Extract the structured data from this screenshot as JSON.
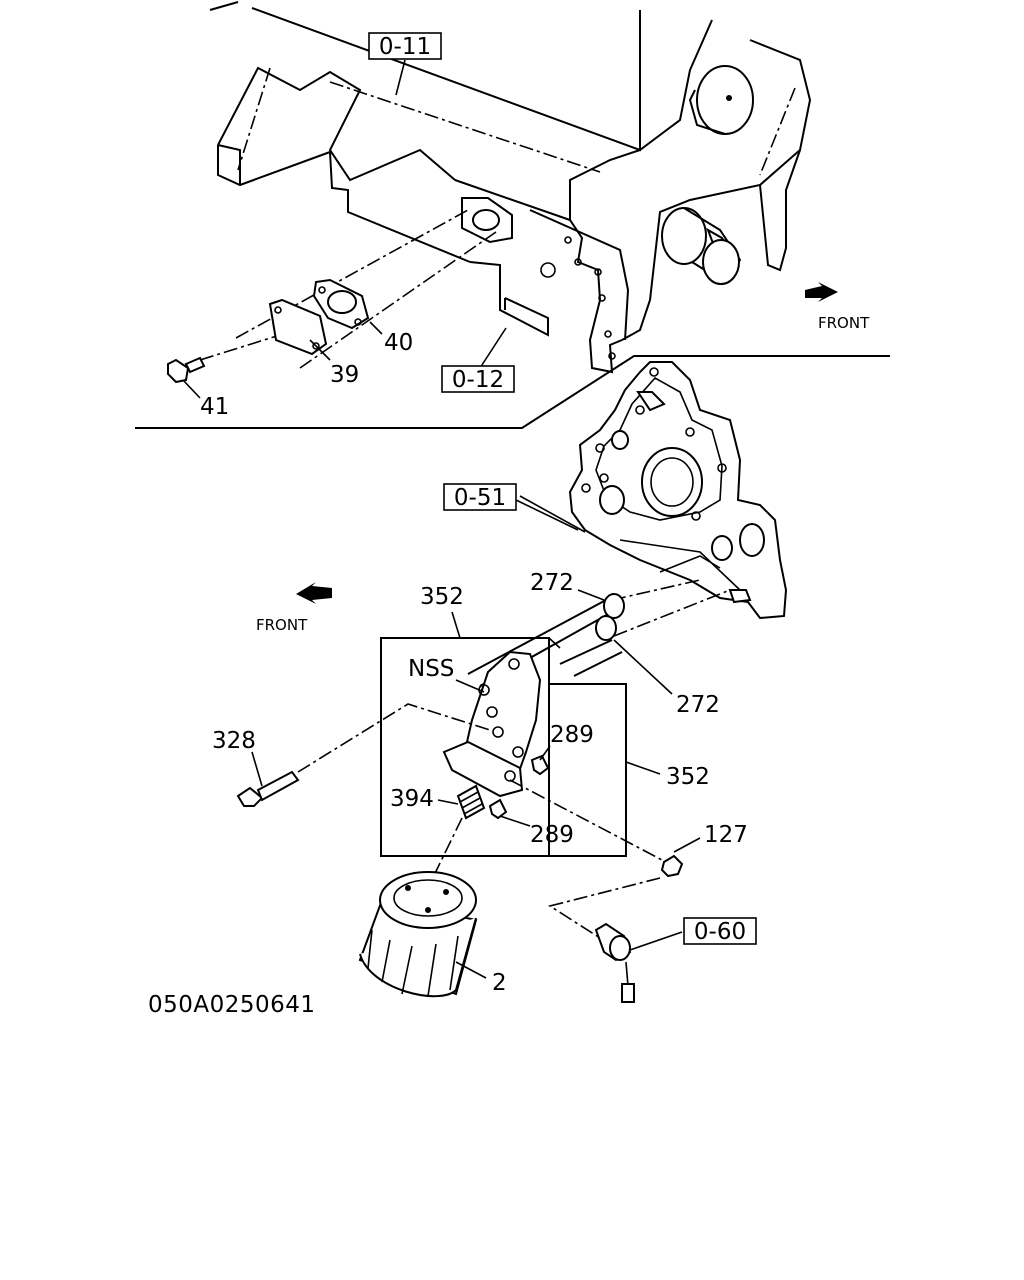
{
  "callouts": {
    "c41": "41",
    "c39": "39",
    "c40": "40",
    "c352a": "352",
    "c352b": "352",
    "c272a": "272",
    "c272b": "272",
    "c328": "328",
    "c289a": "289",
    "c289b": "289",
    "c394": "394",
    "c127": "127",
    "c2": "2",
    "nss": "NSS"
  },
  "references": {
    "r011": "0-11",
    "r012": "0-12",
    "r051": "0-51",
    "r060": "0-60"
  },
  "front_labels": {
    "top": "FRONT",
    "left": "FRONT"
  },
  "diagram_code": "050A0250641"
}
